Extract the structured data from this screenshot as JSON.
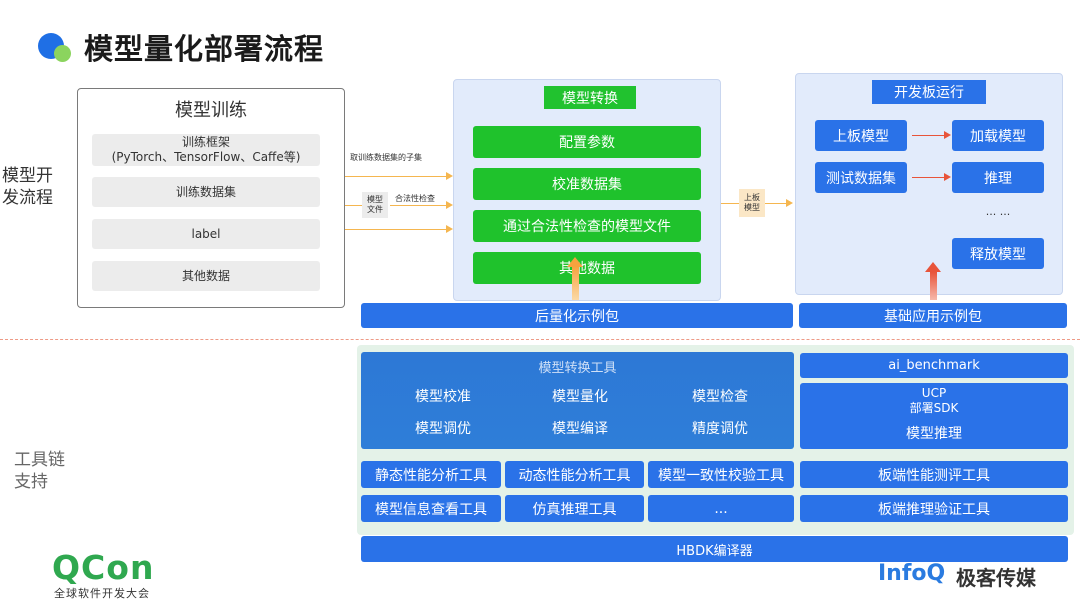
{
  "header": {
    "title": "模型量化部署流程"
  },
  "side_labels": {
    "dev_flow": "模型开发流程",
    "toolchain": "工具链支持"
  },
  "training": {
    "title": "模型训练",
    "items": [
      "训练框架\n(PyTorch、TensorFlow、Caffe等)",
      "训练数据集",
      "label",
      "其他数据"
    ]
  },
  "arrows": {
    "subset_label": "取训练数据集的子集",
    "model_file": "模型\n文件",
    "check_label": "合法性检查",
    "board_label": "上板\n模型"
  },
  "conversion": {
    "header": "模型转换",
    "items": [
      "配置参数",
      "校准数据集",
      "通过合法性检查的模型文件",
      "其他数据"
    ]
  },
  "device": {
    "header": "开发板运行",
    "left": [
      "上板模型",
      "测试数据集"
    ],
    "right": [
      "加载模型",
      "推理",
      "... ...",
      "释放模型"
    ]
  },
  "bars": {
    "post_quant": "后量化示例包",
    "basic_app": "基础应用示例包"
  },
  "toolchain": {
    "conv_title": "模型转换工具",
    "conv_items": [
      "模型校准",
      "模型量化",
      "模型检查",
      "模型调优",
      "模型编译",
      "精度调优"
    ],
    "ai_benchmark": "ai_benchmark",
    "ucp": "UCP\n部署SDK",
    "inference": "模型推理",
    "row1": [
      "静态性能分析工具",
      "动态性能分析工具",
      "模型一致性校验工具",
      "板端性能测评工具"
    ],
    "row2": [
      "模型信息查看工具",
      "仿真推理工具",
      "...",
      "板端推理验证工具"
    ],
    "compiler": "HBDK编译器"
  },
  "footer": {
    "qcon": "QCon",
    "qcon_sub": "全球软件开发大会",
    "infoq": "InfoQ",
    "infoq_cn": "极客传媒"
  },
  "colors": {
    "green": "#1fc22c",
    "blue": "#2a72e8",
    "arrow_orange": "#f5b64f",
    "arrow_red": "#e8543a"
  }
}
